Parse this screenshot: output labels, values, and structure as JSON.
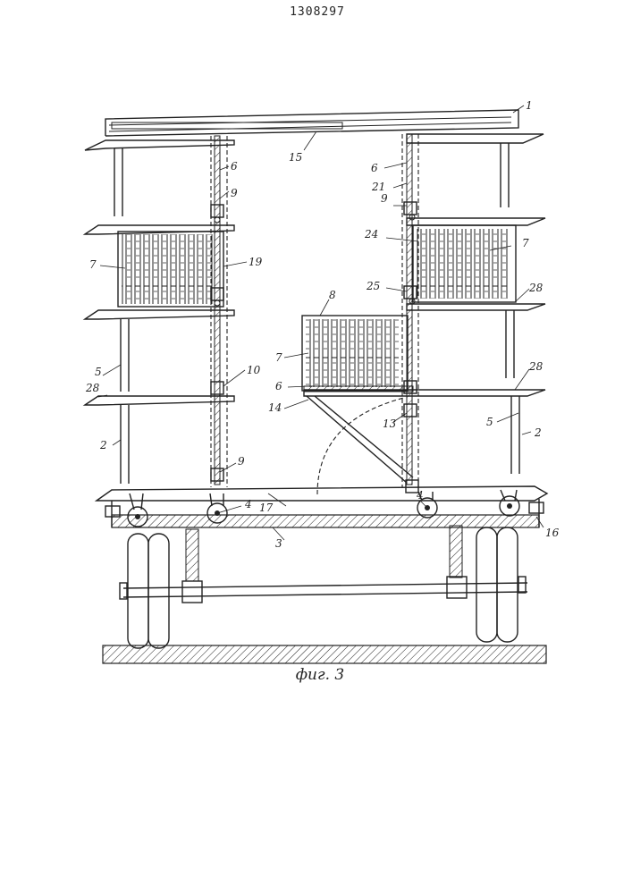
{
  "document": {
    "patent_number": "1308297",
    "figure_caption": "фиг. 3"
  },
  "labels": {
    "l1": "1",
    "l15": "15",
    "l6_left_top": "6",
    "l9_left_top": "9",
    "l6_right_top": "6",
    "l21": "21",
    "l9_right_top": "9",
    "l7_left": "7",
    "l19": "19",
    "l24": "24",
    "l7_right": "7",
    "l25": "25",
    "l28_right_top": "28",
    "l8": "8",
    "l7_center": "7",
    "l5_left": "5",
    "l10": "10",
    "l6_center": "6",
    "l28_right_mid": "28",
    "l28_left": "28",
    "l14": "14",
    "l13": "13",
    "l5_right": "5",
    "l2_left": "2",
    "l2_right": "2",
    "l9_left_bottom": "9",
    "l4_left": "4",
    "l17": "17",
    "l4_right": "4",
    "l3": "3",
    "l16": "16"
  }
}
